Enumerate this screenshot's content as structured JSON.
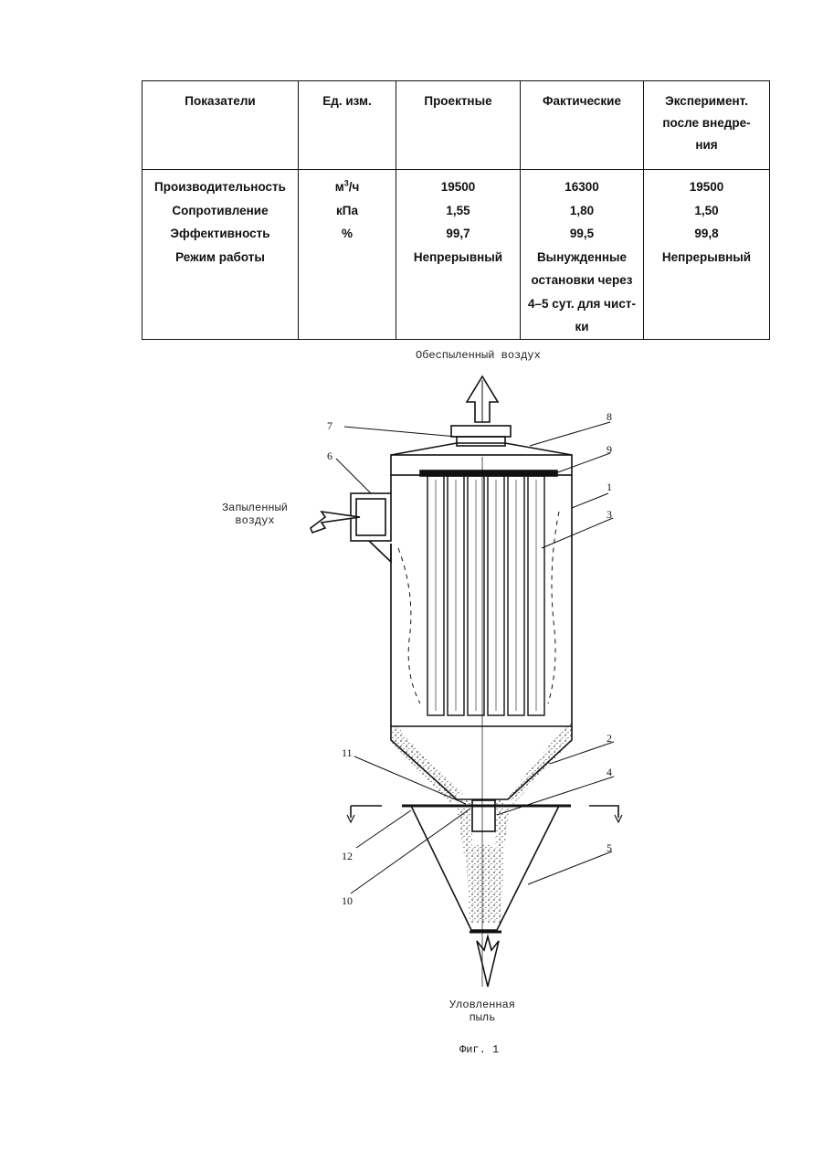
{
  "table": {
    "headers": [
      "Показатели",
      "Ед. изм.",
      "Проектные",
      "Фактические",
      "Эксперимент. после внедре-ния"
    ],
    "rows": [
      {
        "indicator": "Производительность",
        "unit_base": "м",
        "unit_sup": "3",
        "unit_rest": "/ч",
        "design": "19500",
        "actual": "16300",
        "experiment": "19500"
      },
      {
        "indicator": "Сопротивление",
        "unit": "кПа",
        "design": "1,55",
        "actual": "1,80",
        "experiment": "1,50"
      },
      {
        "indicator": "Эффективность",
        "unit": "%",
        "design": "99,7",
        "actual": "99,5",
        "experiment": "99,8"
      },
      {
        "indicator": "Режим работы",
        "unit": "",
        "design": "Непрерывный",
        "actual": "Вынужденные остановки через 4–5 сут. для чист-ки",
        "experiment": "Непрерывный"
      }
    ]
  },
  "figure": {
    "label_clean_air": "Обеспыленный воздух",
    "label_dusty_air": "Запыленный воздух",
    "label_dust": "Уловленная пыль",
    "caption": "Фиг. 1",
    "callouts": [
      "1",
      "2",
      "3",
      "4",
      "5",
      "6",
      "7",
      "8",
      "9",
      "10",
      "11",
      "12"
    ]
  }
}
